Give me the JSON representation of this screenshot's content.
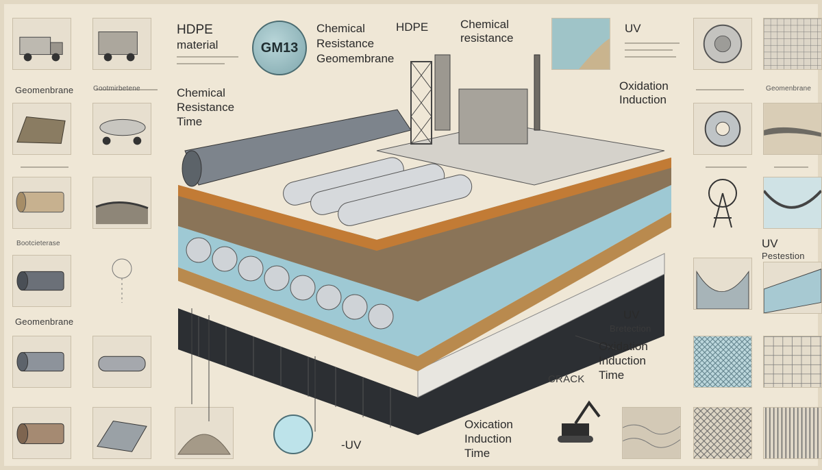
{
  "badge": {
    "code": "GM13"
  },
  "labels": {
    "hdpe_material": [
      "HDPE",
      "material"
    ],
    "chemical_resistance_geomembrane": [
      "Chemical",
      "Resistance",
      "Geomembrane"
    ],
    "hdpe_top": "HDPE",
    "chemical_resistance_top": [
      "Chemical",
      "resistance"
    ],
    "chemical_resistance_time": [
      "Chemical",
      "Resistance",
      "Time"
    ],
    "uv_top": "UV",
    "oxidation_induction_top": [
      "Oxidation",
      "Induction"
    ],
    "uv_protection_right": [
      "UV",
      "Pestestion"
    ],
    "uv_protection_mid": [
      "UV",
      "Bretection"
    ],
    "oxidation_induction_time_mid": [
      "Oxidation",
      "Induction",
      "Time"
    ],
    "crack": "CRACK",
    "oxidation_induction_time_bottom": [
      "Oxication",
      "Induction",
      "Time"
    ],
    "uv_bottom": "-UV",
    "geomembrane_1": "Geomenbrane",
    "geomembrane_2": "Geomenbrane",
    "geomembrane_right": "Geomenbrane",
    "sidebar_label_1": "Gootmirbetene",
    "sidebar_label_2": "Bootcieterase"
  },
  "colors": {
    "background": "#efe7d6",
    "tile_bg": "#e7dfcf",
    "water": "#8fc3d3",
    "soil": "#b98a4e",
    "pipe": "#c9ccd0",
    "black_base": "#2c2f33"
  }
}
